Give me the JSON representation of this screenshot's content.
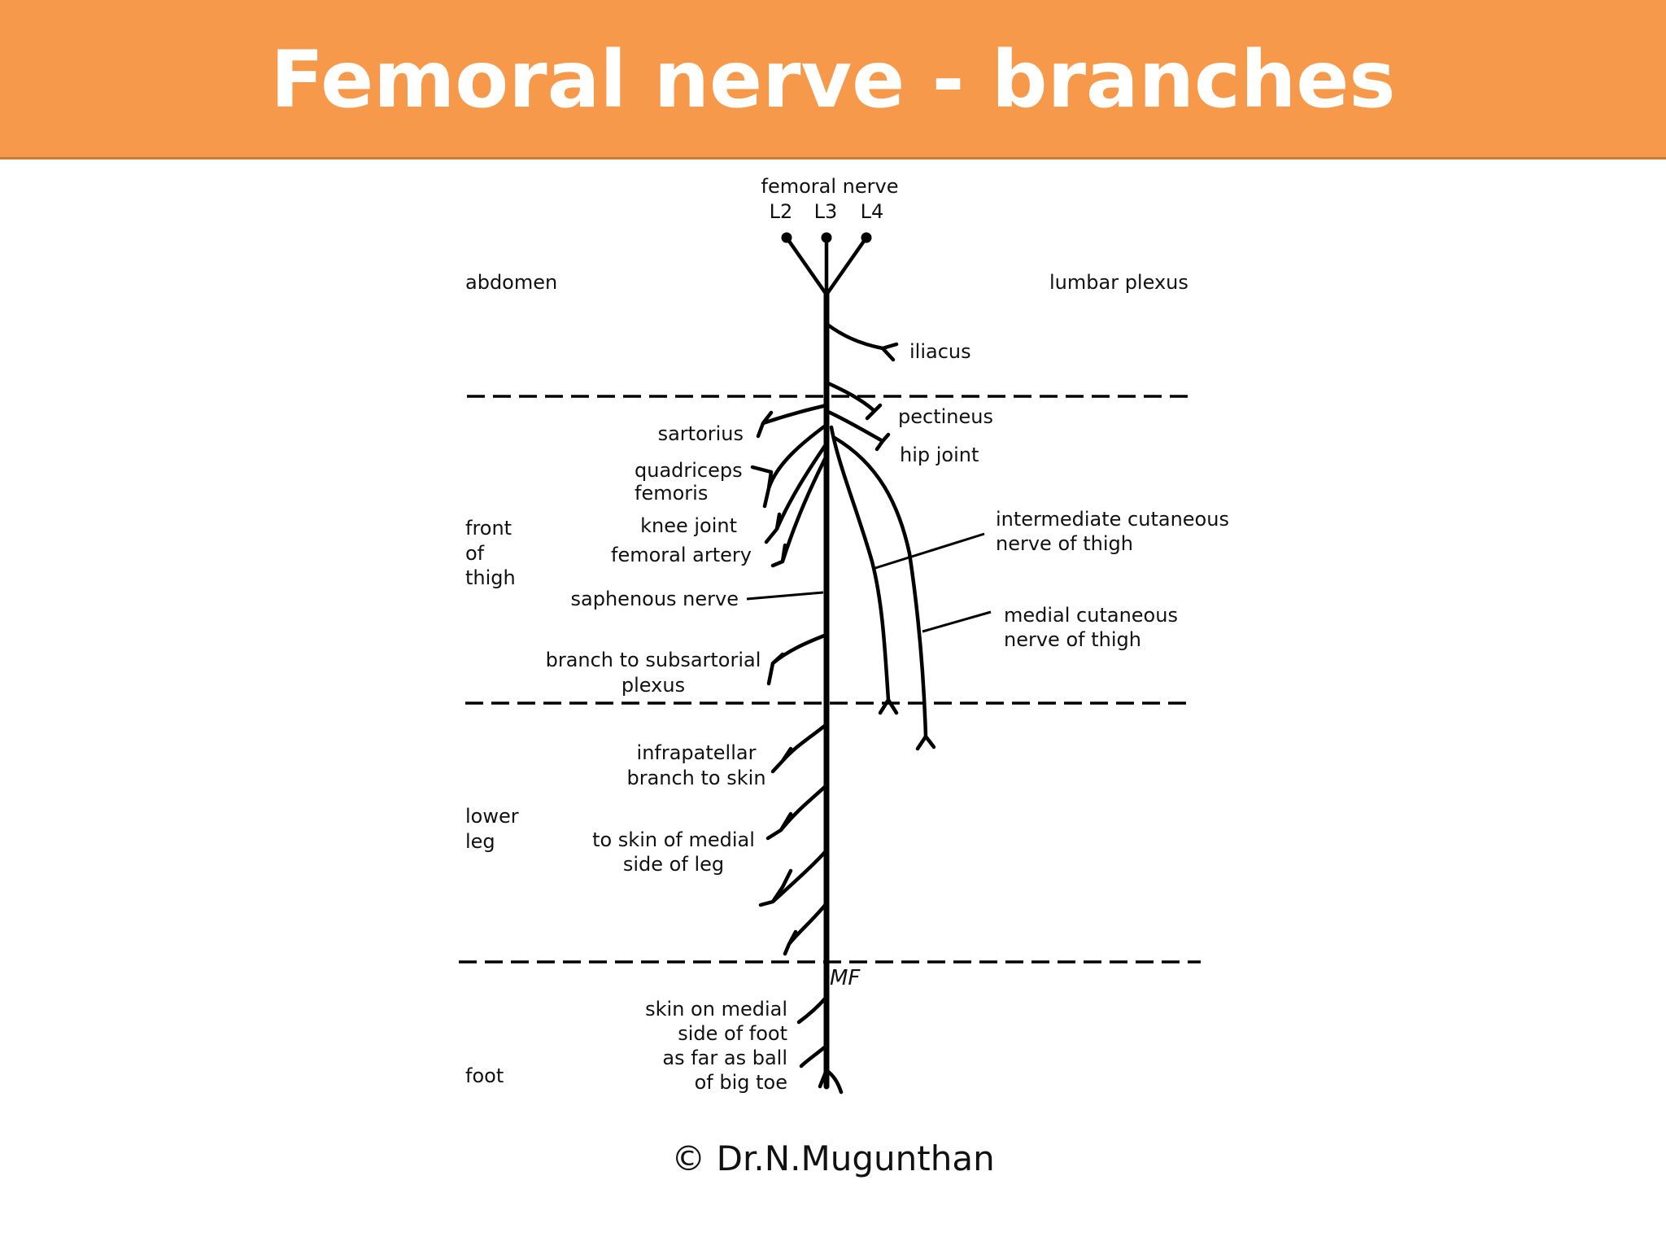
{
  "slide": {
    "title": "Femoral nerve - branches",
    "copyright": "© Dr.N.Mugunthan"
  },
  "diagram": {
    "roots_title": "femoral nerve",
    "roots": [
      "L2",
      "L3",
      "L4"
    ],
    "regions": {
      "abdomen": "abdomen",
      "lumbar_plexus": "lumbar plexus",
      "front_of_thigh": [
        "front",
        "of",
        "thigh"
      ],
      "lower_leg": [
        "lower",
        "leg"
      ],
      "foot": "foot"
    },
    "branches": {
      "iliacus": "iliacus",
      "pectineus": "pectineus",
      "hip_joint": "hip joint",
      "sartorius": "sartorius",
      "quadriceps_femoris": [
        "quadriceps",
        "femoris"
      ],
      "knee_joint": "knee joint",
      "femoral_artery": "femoral artery",
      "saphenous_nerve": "saphenous nerve",
      "intermediate_cutaneous": [
        "intermediate cutaneous",
        "nerve of thigh"
      ],
      "medial_cutaneous": [
        "medial cutaneous",
        "nerve of thigh"
      ],
      "subsartorial": [
        "branch to subsartorial",
        "plexus"
      ],
      "infrapatellar": [
        "infrapatellar",
        "branch to skin"
      ],
      "medial_leg_skin": [
        "to skin of medial",
        "side of leg"
      ],
      "medial_foot_skin": [
        "skin on medial",
        "side of foot",
        "as far as ball",
        "of big toe"
      ]
    },
    "signature": "MF",
    "colors": {
      "header_bg": "#f7994b",
      "header_text": "#ffffff",
      "ink": "#000000"
    }
  }
}
